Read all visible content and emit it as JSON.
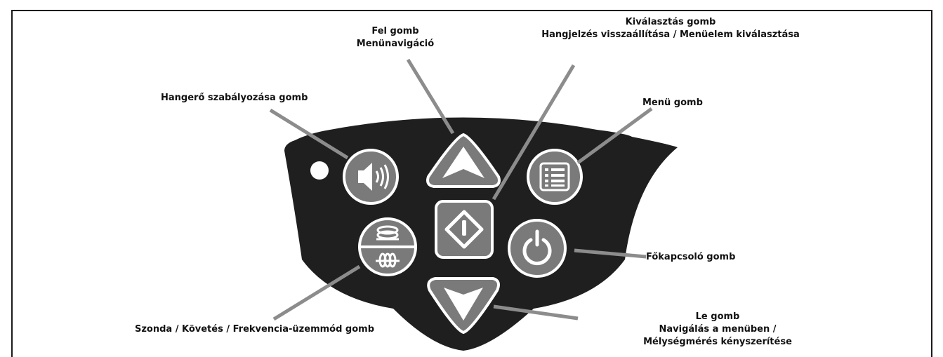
{
  "labels": {
    "up_title": "Fel gomb",
    "up_sub": "Menünavigáció",
    "select_title": "Kiválasztás gomb",
    "select_sub": "Hangjelzés visszaállítása / Menüelem kiválasztása",
    "volume": "Hangerő szabályozása gomb",
    "menu": "Menü gomb",
    "power": "Főkapcsoló gomb",
    "mode": "Szonda / Követés / Frekvencia-üzemmód gomb",
    "down_title": "Le gomb",
    "down_sub1": "Navigálás a menüben /",
    "down_sub2": "Mélységmérés kényszerítése"
  },
  "icons": {
    "volume": "speaker-icon",
    "up": "triangle-up-icon",
    "select": "diamond-select-icon",
    "menu": "list-menu-icon",
    "mode": "coil-mode-icon",
    "power": "power-icon",
    "down": "triangle-down-icon",
    "led": "led-indicator"
  },
  "colors": {
    "keypad": "#1f1f1f",
    "button_fill": "#7a7a7a",
    "button_ring": "#ffffff",
    "leader": "#8c8c8c"
  }
}
